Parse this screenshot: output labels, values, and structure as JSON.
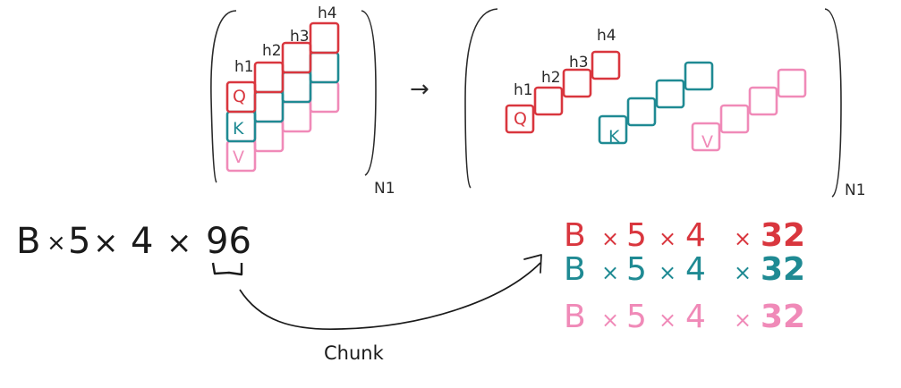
{
  "colors": {
    "q": "#d9363e",
    "k": "#1f8a93",
    "v": "#f08ab8",
    "ink": "#1a1a1a"
  },
  "heads": [
    "h1",
    "h2",
    "h3",
    "h4"
  ],
  "cell_labels": {
    "q": "Q",
    "k": "K",
    "v": "V"
  },
  "n_label": "N1",
  "arrow_glyph": "→",
  "input_shape": [
    "B",
    "×",
    "5",
    "×",
    "4",
    "×",
    "96"
  ],
  "chunk_label": "Chunk",
  "output_shapes": [
    {
      "color": "#d9363e",
      "tokens": [
        "B",
        "×",
        "5",
        "×",
        "4",
        "×",
        "32"
      ]
    },
    {
      "color": "#1f8a93",
      "tokens": [
        "B",
        "×",
        "5",
        "×",
        "4",
        "×",
        "32"
      ]
    },
    {
      "color": "#f08ab8",
      "tokens": [
        "B",
        "×",
        "5",
        "×",
        "4",
        "×",
        "32"
      ]
    }
  ]
}
